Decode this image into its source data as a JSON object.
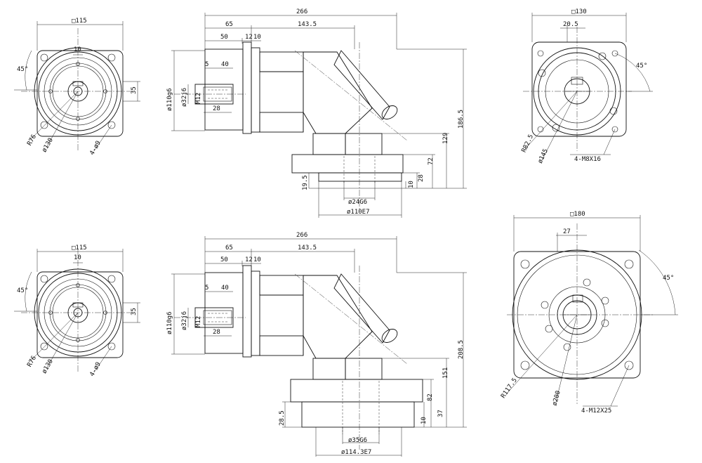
{
  "colors": {
    "ink": "#111111",
    "paper": "#ffffff"
  },
  "top": {
    "front_square": "□115",
    "front_key": "10",
    "front_angle": "45°",
    "front_height": "35",
    "front_r": "R76",
    "front_pcd": "ø130",
    "front_holes": "4-ø9",
    "side_total": "266",
    "side_65": "65",
    "side_1435": "143.5",
    "side_50": "50",
    "side_12": "12",
    "side_10": "10",
    "side_5": "5",
    "side_40": "40",
    "side_28": "28",
    "side_flange": "ø110g6",
    "side_shaft": "ø32j6",
    "side_thread": "M12",
    "side_1865": "186.5",
    "side_129": "129",
    "side_72": "72",
    "side_28b": "28",
    "side_10b": "10",
    "side_195": "19.5",
    "side_bore": "ø24G6",
    "side_pilot": "ø110E7",
    "out_square": "□130",
    "out_key": "20.5",
    "out_angle": "45°",
    "out_r": "R82.5",
    "out_pcd": "ø145",
    "out_holes": "4-M8X16"
  },
  "bottom": {
    "front_square": "□115",
    "front_key": "10",
    "front_angle": "45°",
    "front_height": "35",
    "front_r": "R76",
    "front_pcd": "ø130",
    "front_holes": "4-ø9",
    "side_total": "266",
    "side_65": "65",
    "side_1435": "143.5",
    "side_50": "50",
    "side_12": "12",
    "side_10": "10",
    "side_5": "5",
    "side_40": "40",
    "side_28": "28",
    "side_flange": "ø110g6",
    "side_shaft": "ø32j6",
    "side_thread": "M12",
    "side_2085": "208.5",
    "side_151": "151",
    "side_82": "82",
    "side_37": "37",
    "side_10b": "10",
    "side_285": "28.5",
    "side_bore": "ø35G6",
    "side_pilot": "ø114.3E7",
    "out_square": "□180",
    "out_key": "27",
    "out_angle": "45°",
    "out_r": "R117.5",
    "out_pcd": "ø200",
    "out_holes": "4-M12X25"
  }
}
